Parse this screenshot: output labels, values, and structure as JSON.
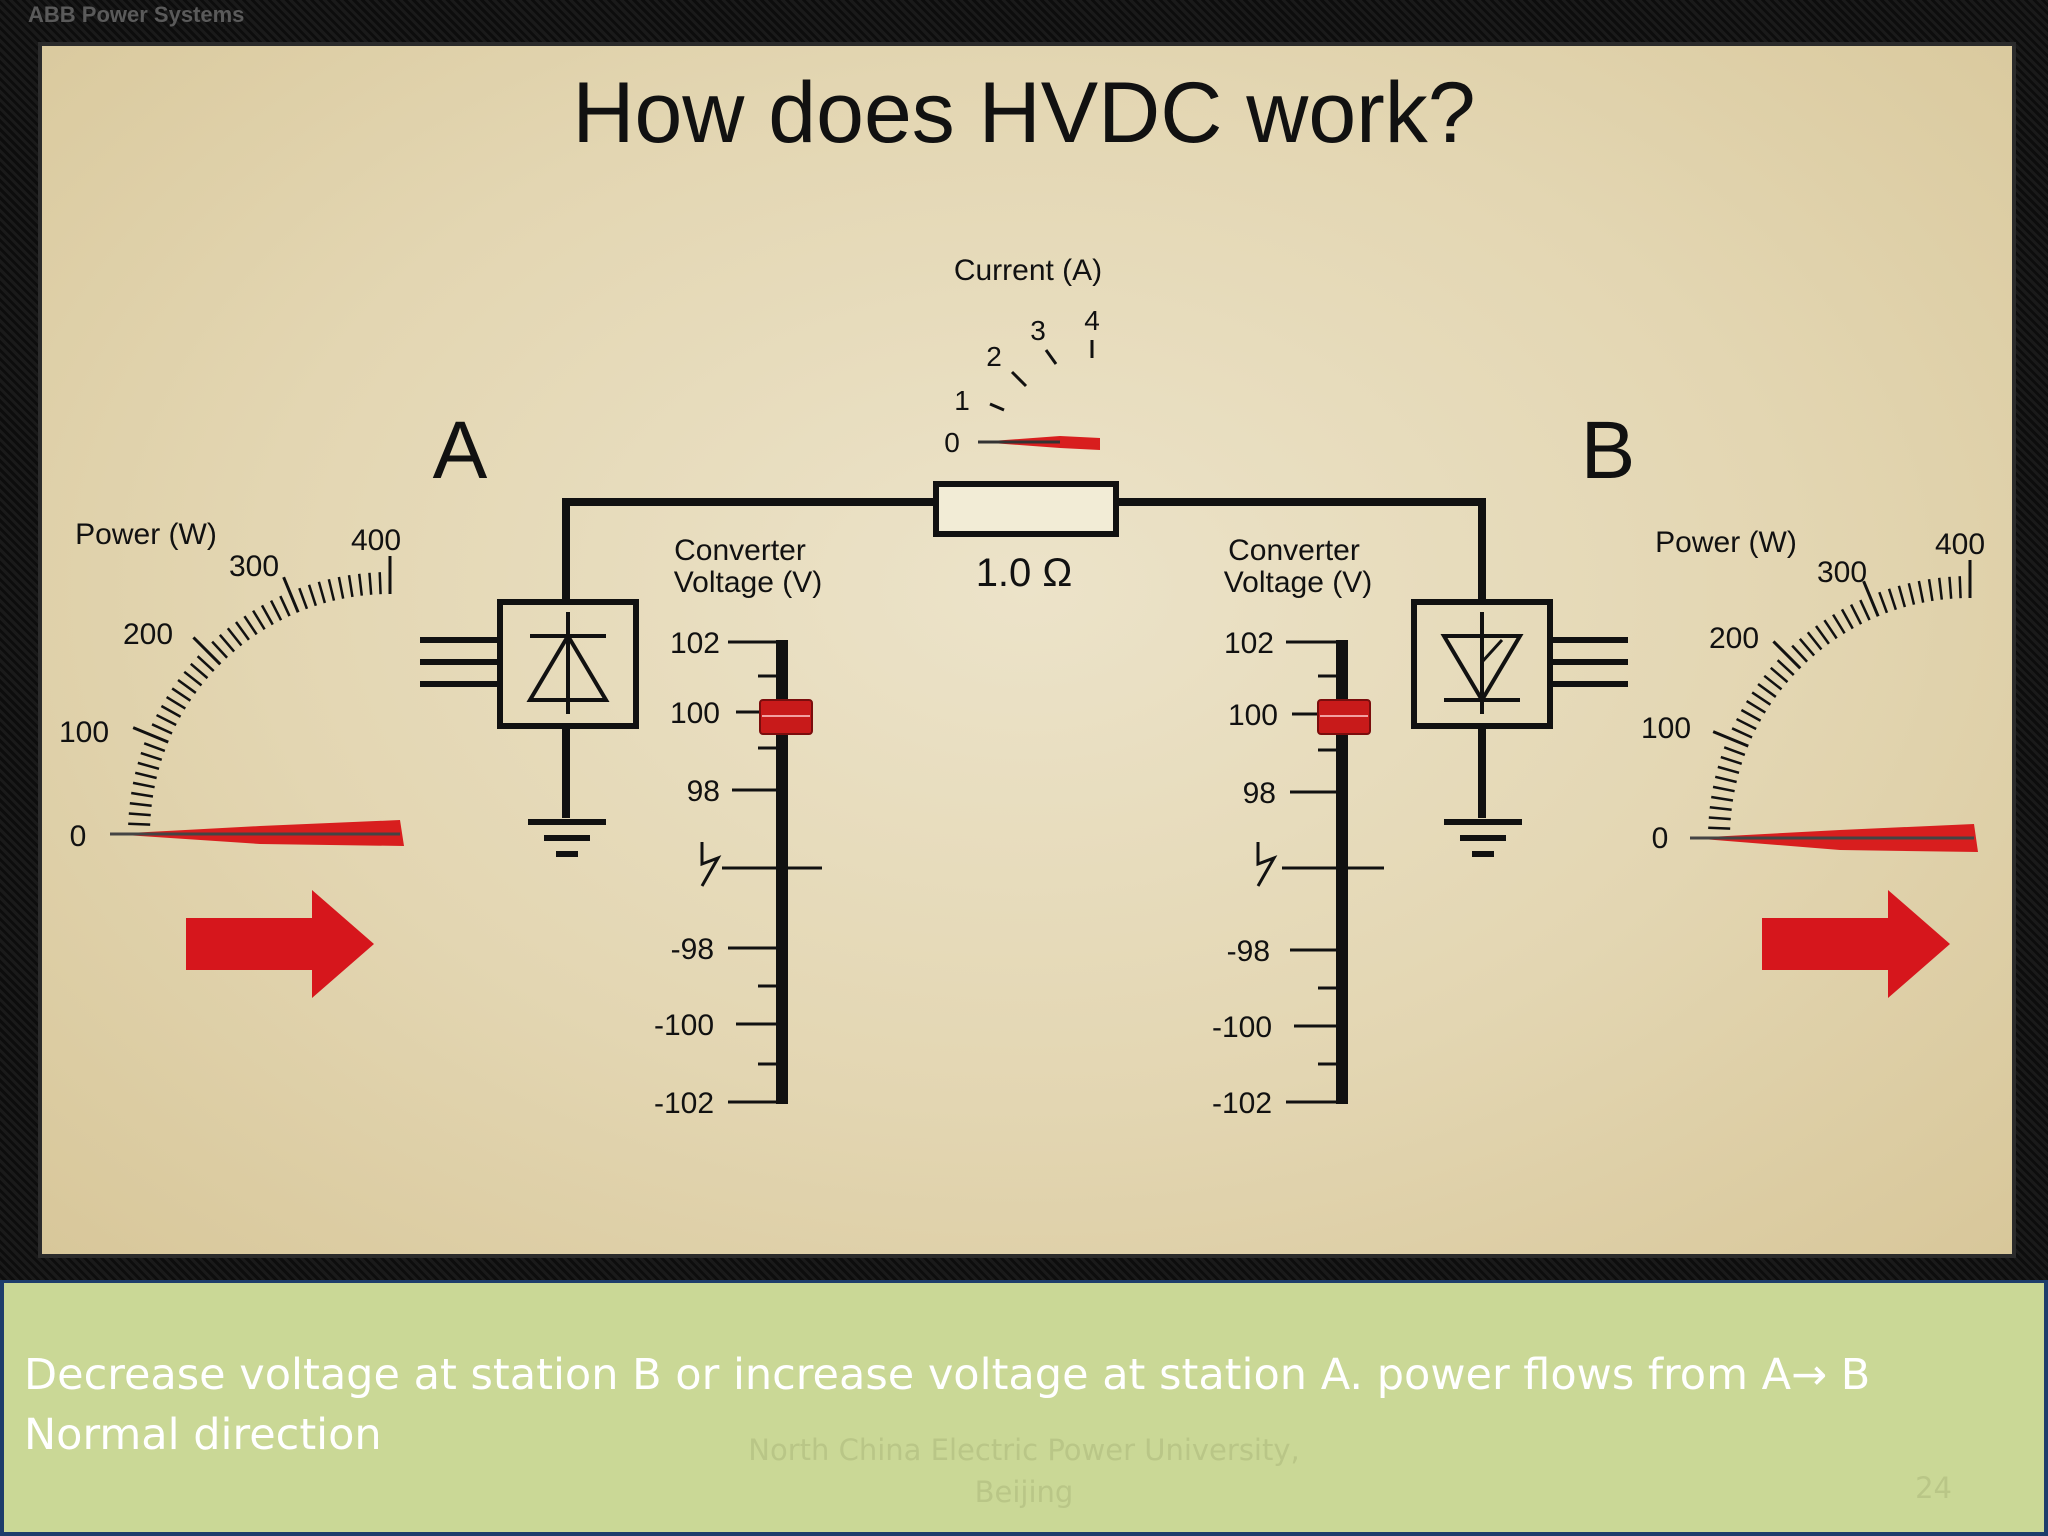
{
  "window": {
    "corner_label": "ABB Power Systems"
  },
  "slide": {
    "title": "How does HVDC work?",
    "station_a": "A",
    "station_b": "B",
    "resistor_label": "1.0 Ω",
    "current_meter": {
      "title": "Current (A)",
      "ticks": [
        "0",
        "1",
        "2",
        "3",
        "4"
      ],
      "value": 0
    },
    "power_meter_a": {
      "title": "Power (W)",
      "ticks": [
        "0",
        "100",
        "200",
        "300",
        "400"
      ],
      "value": 0,
      "flow_direction": "right"
    },
    "power_meter_b": {
      "title": "Power (W)",
      "ticks": [
        "0",
        "100",
        "200",
        "300",
        "400"
      ],
      "value": 0,
      "flow_direction": "right"
    },
    "voltage_a": {
      "title_line1": "Converter",
      "title_line2": "Voltage (V)",
      "ticks": [
        "102",
        "100",
        "98",
        "-98",
        "-100",
        "-102"
      ],
      "value": 100
    },
    "voltage_b": {
      "title_line1": "Converter",
      "title_line2": "Voltage (V)",
      "ticks": [
        "102",
        "100",
        "98",
        "-98",
        "-100",
        "-102"
      ],
      "value": 100
    },
    "colors": {
      "needle": "#d81e1e",
      "arrow": "#d6161c",
      "panel": "#e6dbbb",
      "caption_bg": "#cad896"
    }
  },
  "caption": {
    "text": "Decrease voltage at station B or increase voltage at station A. power flows from A→ B Normal direction",
    "footer_line1": "North China Electric Power University,",
    "footer_line2": "Beijing",
    "page_number": "24"
  }
}
